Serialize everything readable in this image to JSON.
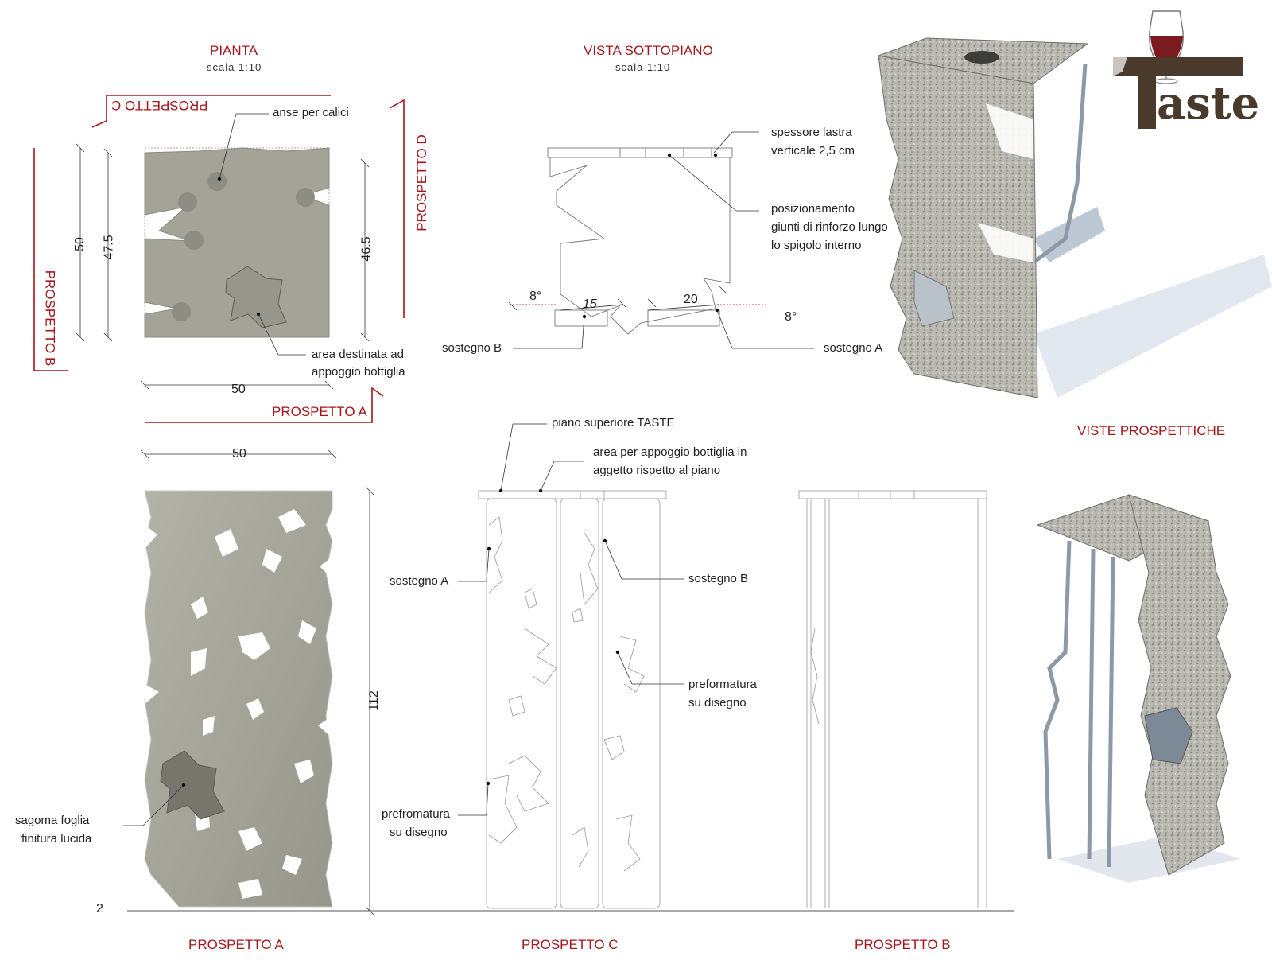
{
  "titles": {
    "pianta": "PIANTA",
    "pianta_scale": "scala 1:10",
    "vista": "VISTA SOTTOPIANO",
    "vista_scale": "scala 1:10",
    "viste_prospettiche": "VISTE PROSPETTICHE",
    "prospetto_a_bottom": "PROSPETTO A",
    "prospetto_c_bottom": "PROSPETTO C",
    "prospetto_b_bottom": "PROSPETTO B"
  },
  "plan_markers": {
    "prospetto_a": "PROSPETTO A",
    "prospetto_b": "PROSPETTO B",
    "prospetto_c": "PROSPETTO C",
    "prospetto_d": "PROSPETTO D"
  },
  "plan_labels": {
    "anse": "anse per calici",
    "area_1": "area destinata ad",
    "area_2": "appoggio bottiglia"
  },
  "plan_dims": {
    "d50_left": "50",
    "d47_5": "47.5",
    "d46_5": "46.5",
    "d50_bottom": "50"
  },
  "vista_labels": {
    "spessore_1": "spessore lastra",
    "spessore_2": "verticale 2,5 cm",
    "giunti_1": "posizionamento",
    "giunti_2": "giunti di rinforzo lungo",
    "giunti_3": "lo spigolo  interno",
    "sostegno_b": "sostegno B",
    "sostegno_a": "sostegno A"
  },
  "vista_dims": {
    "angle_left": "8°",
    "angle_right": "8°",
    "d15": "15",
    "d20": "20"
  },
  "elev_dims": {
    "d50_top": "50",
    "d112": "112",
    "page_number": "2"
  },
  "elev_labels": {
    "sagoma_1": "sagoma foglia",
    "sagoma_2": "finitura lucida",
    "piano_sup": "piano superiore TASTE",
    "area_app_1": "area per appoggio bottiglia in",
    "area_app_2": "aggetto rispetto al piano",
    "sostegno_a": "sostegno A",
    "sostegno_b": "sostegno B",
    "preform_1": "preformatura",
    "preform_2": "su disegno",
    "prefrom_1": "prefromatura",
    "prefrom_2": "su  disegno"
  },
  "logo": {
    "text": "aste",
    "initial": "T"
  },
  "colors": {
    "accent_red": "#a3171c",
    "panel_gray": "#a6a69a",
    "panel_dark": "#7d7d73",
    "concrete": "#b5b5ad",
    "steel": "#9aa7b2",
    "logo_brown": "#4a3a2c",
    "wine": "#7b1a1f"
  }
}
